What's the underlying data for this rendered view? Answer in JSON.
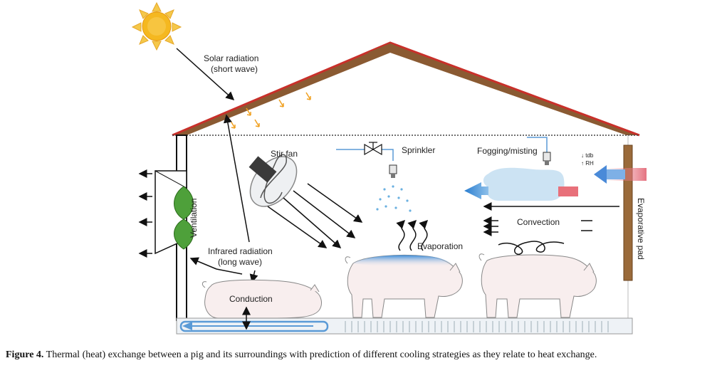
{
  "labels": {
    "solar_radiation_1": "Solar radiation",
    "solar_radiation_2": "(short wave)",
    "stir_fan": "Stir fan",
    "sprinkler": "Sprinkler",
    "fogging": "Fogging/misting",
    "tdb": "↓ tdb",
    "rh": "↑ RH",
    "ventilation": "Ventilation",
    "evaporative_pad": "Evaporative pad",
    "convection": "Convection",
    "evaporation": "Evaporation",
    "infrared_1": "Infrared radiation",
    "infrared_2": "(long wave)",
    "conduction": "Conduction"
  },
  "caption": {
    "figure_label": "Figure 4.",
    "text": " Thermal (heat) exchange between a pig and its surroundings with prediction of different cooling strategies as they relate to heat exchange."
  },
  "colors": {
    "roof_red": "#c8302a",
    "roof_brown": "#8a5a32",
    "pad_brown": "#9a6a3a",
    "warm_red": "#e8707a",
    "cool_blue": "#4a9ad8",
    "mist_blue": "#c6e0f2",
    "sun_yellow": "#f5b820",
    "pig_fill": "#f8eeee"
  }
}
